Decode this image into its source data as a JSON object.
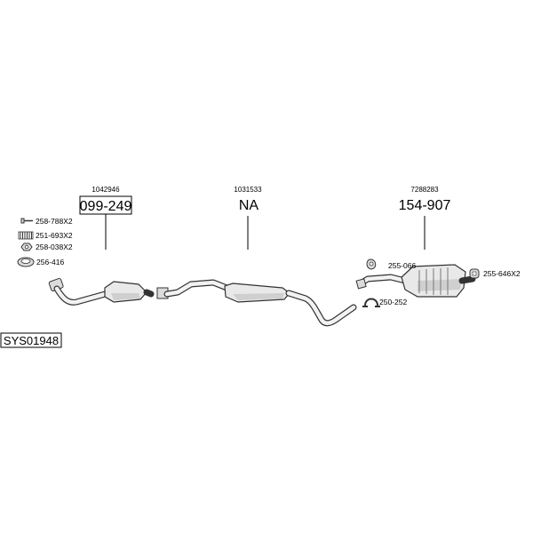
{
  "diagram_id": "SYS01948",
  "assemblies": [
    {
      "number": "1042946",
      "code": "099-249",
      "boxed": true
    },
    {
      "number": "1031533",
      "code": "NA",
      "boxed": false
    },
    {
      "number": "7288283",
      "code": "154-907",
      "boxed": false
    }
  ],
  "small_parts": [
    {
      "label": "258-788X2",
      "icon": "bolt-icon"
    },
    {
      "label": "251-693X2",
      "icon": "spring-icon"
    },
    {
      "label": "258-038X2",
      "icon": "nut-icon"
    },
    {
      "label": "256-416",
      "icon": "gasket-ring-icon"
    },
    {
      "label": "255-066",
      "icon": "rubber-hanger-icon"
    },
    {
      "label": "255-646X2",
      "icon": "rubber-mount-icon"
    },
    {
      "label": "250-252",
      "icon": "pipe-clamp-icon"
    }
  ]
}
